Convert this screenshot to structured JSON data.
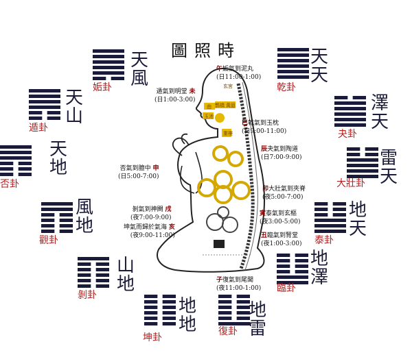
{
  "title": "圖照時",
  "hexagrams": [
    {
      "id": "qian",
      "trigrams": [
        "天",
        "天"
      ],
      "name": "乾卦",
      "lines": [
        1,
        1,
        1,
        1,
        1,
        1
      ]
    },
    {
      "id": "guai",
      "trigrams": [
        "澤",
        "天"
      ],
      "name": "夬卦",
      "lines": [
        0,
        1,
        1,
        1,
        1,
        1
      ]
    },
    {
      "id": "dazhuang",
      "trigrams": [
        "雷",
        "天"
      ],
      "name": "大壯卦",
      "lines": [
        0,
        0,
        1,
        1,
        1,
        1
      ]
    },
    {
      "id": "tai",
      "trigrams": [
        "地",
        "天"
      ],
      "name": "泰卦",
      "lines": [
        0,
        0,
        0,
        1,
        1,
        1
      ]
    },
    {
      "id": "lin",
      "trigrams": [
        "地",
        "澤"
      ],
      "name": "臨卦",
      "lines": [
        0,
        0,
        0,
        0,
        1,
        1
      ]
    },
    {
      "id": "fu",
      "trigrams": [
        "地",
        "雷"
      ],
      "name": "復卦",
      "lines": [
        0,
        0,
        0,
        0,
        0,
        1
      ]
    },
    {
      "id": "kun",
      "trigrams": [
        "地",
        "地"
      ],
      "name": "坤卦",
      "lines": [
        0,
        0,
        0,
        0,
        0,
        0
      ]
    },
    {
      "id": "bo",
      "trigrams": [
        "山",
        "地"
      ],
      "name": "剝卦",
      "lines": [
        1,
        0,
        0,
        0,
        0,
        0
      ]
    },
    {
      "id": "guan",
      "trigrams": [
        "風",
        "地"
      ],
      "name": "觀卦",
      "lines": [
        1,
        1,
        0,
        0,
        0,
        0
      ]
    },
    {
      "id": "pi",
      "trigrams": [
        "天",
        "地"
      ],
      "name": "否卦",
      "lines": [
        1,
        1,
        1,
        0,
        0,
        0
      ]
    },
    {
      "id": "dun",
      "trigrams": [
        "天",
        "山"
      ],
      "name": "遁卦",
      "lines": [
        1,
        1,
        1,
        1,
        0,
        0
      ]
    },
    {
      "id": "gou",
      "trigrams": [
        "天",
        "風"
      ],
      "name": "姤卦",
      "lines": [
        1,
        1,
        1,
        1,
        1,
        0
      ]
    }
  ],
  "notes": [
    {
      "id": "wu",
      "branch": "午",
      "text": "姤氣到泥丸",
      "time": "(日11:00-1:00)"
    },
    {
      "id": "wei",
      "branch": "未",
      "text": "遁氣到明堂",
      "time": "(日1:00-3:00)"
    },
    {
      "id": "si",
      "branch": "巳",
      "text": "乾氣到玉枕",
      "time": "(日9:00-11:00)"
    },
    {
      "id": "chen",
      "branch": "辰",
      "text": "夬氣到陶道",
      "time": "(日7:00-9:00)"
    },
    {
      "id": "shen",
      "branch": "申",
      "text": "否氣到膻中",
      "time": "(日5:00-7:00)"
    },
    {
      "id": "mao",
      "branch": "卯",
      "text": "大壯氣到夾脊",
      "time": "(夜5:00-7:00)"
    },
    {
      "id": "xu",
      "branch": "戌",
      "text": "剝氣到神闕",
      "time": "(夜7:00-9:00)"
    },
    {
      "id": "yin",
      "branch": "寅",
      "text": "泰氣到玄樞",
      "time": "(夜3:00-5:00)"
    },
    {
      "id": "hai",
      "branch": "亥",
      "text": "坤氣而歸於氣海",
      "time": "(夜9:00-11:00)"
    },
    {
      "id": "chou",
      "branch": "丑",
      "text": "臨氣到腎堂",
      "time": "(夜1:00-3:00)"
    },
    {
      "id": "zi",
      "branch": "子",
      "text": "復氣到尾閭",
      "time": "(夜11:00-1:00)"
    }
  ],
  "figure_labels": [
    "玄宮",
    "曲",
    "鵲橋",
    "黃庭",
    "玉池",
    "重樓"
  ],
  "colors": {
    "line": "#1a1a3a",
    "name": "#b22222",
    "note": "#111111",
    "body": "#222222",
    "organ": "#e6b800"
  }
}
